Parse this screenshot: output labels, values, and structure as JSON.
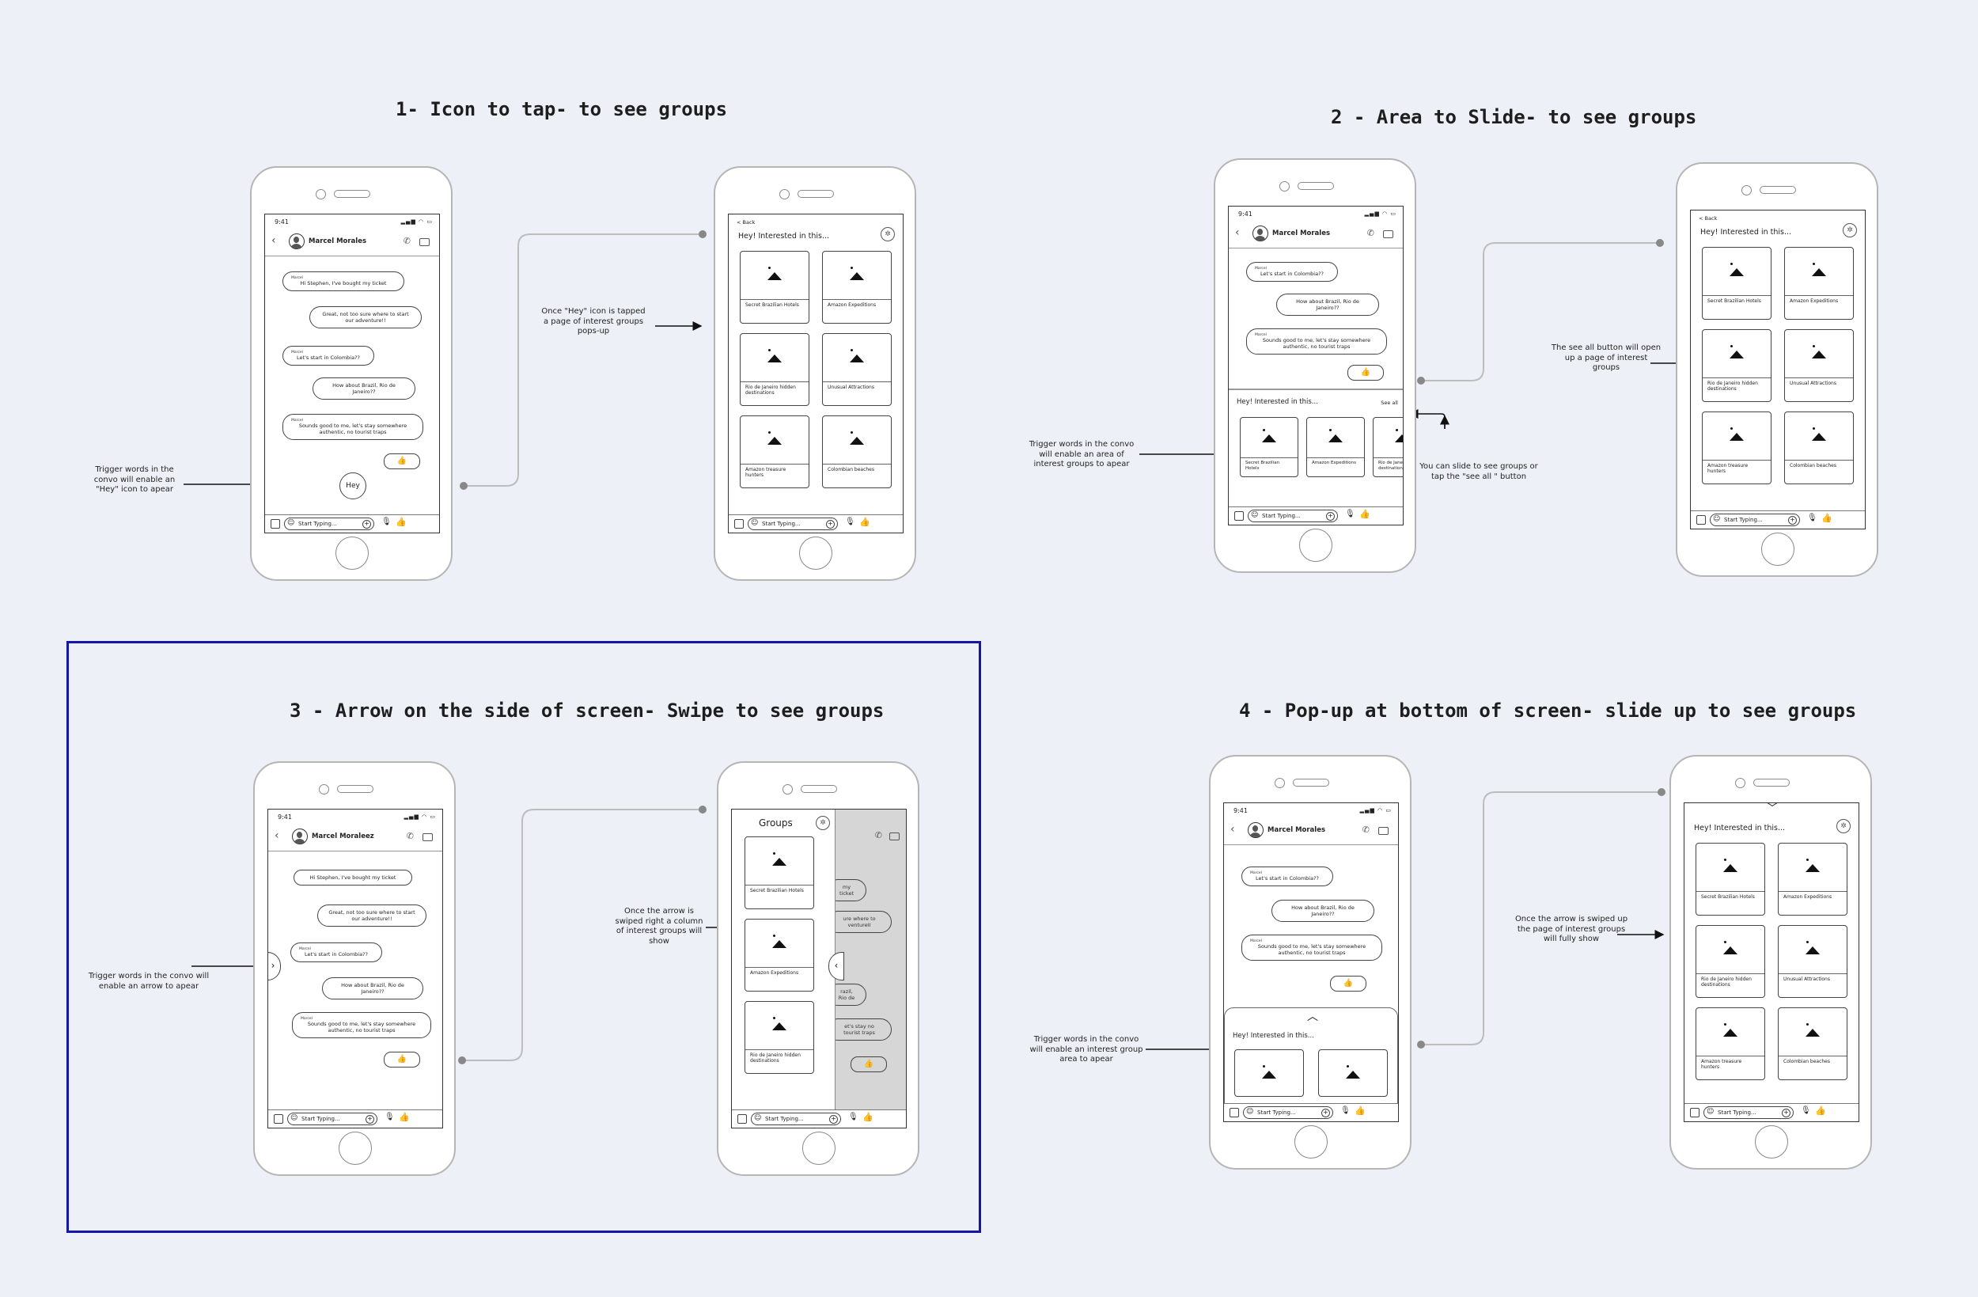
{
  "titles": {
    "s1": "1- Icon to tap- to see groups",
    "s2": "2 - Area to Slide- to see groups",
    "s3": "3 - Arrow on the side of screen- Swipe to see groups",
    "s4": "4 - Pop-up at bottom of screen- slide up to see groups"
  },
  "chat": {
    "time": "9:41",
    "contact_1": "Marcel Morales",
    "contact_3": "Marcel Moraleez",
    "sender": "Marcel",
    "msg1": "Hi Stephen, I've bought my ticket",
    "msg2": "Great, not too sure where to start our adventure!!",
    "msg3": "Let's start in Colombia??",
    "msg4": "How about Brazil, Rio de Janeiro??",
    "msg5": "Sounds good to me, let's stay somewhere authentic, no tourist traps",
    "input_placeholder": "Start Typing...",
    "hey": "Hey",
    "thumb": "👍"
  },
  "groups_page": {
    "back": "< Back",
    "heading": "Hey! Interested in this...",
    "cards": [
      "Secret Brazilian Hotels",
      "Amazon Expeditions",
      "Rio de Janeiro hidden destinations",
      "Unusual Attractions",
      "Amazon treasure hunters",
      "Colombian beaches"
    ],
    "side_title": "Groups",
    "see_all": "See all"
  },
  "notes": {
    "n1a": "Trigger words in the convo will enable an \"Hey\" icon to apear",
    "n1b": "Once \"Hey\" icon is tapped a page of interest groups pops-up",
    "n2a": "Trigger words in the convo will enable an area of interest groups to apear",
    "n2b": "You can slide to see groups or tap the \"see all \" button",
    "n2c": "The see all button will open up a page of interest groups",
    "n3a": "Trigger words in the convo will enable an arrow to apear",
    "n3b": "Once the arrow is swiped right a column of interest groups will show",
    "n4a": "Trigger words in the convo will enable an interest group area to apear",
    "n4b": "Once the arrow is swiped up the page of interest groups will fully show"
  },
  "icons": [
    "back-chevron-icon",
    "phone-icon",
    "video-icon",
    "gear-icon",
    "emoji-icon",
    "plus-icon",
    "mic-icon",
    "like-icon",
    "image-placeholder-icon",
    "chevron-right-icon",
    "chevron-left-icon",
    "chevron-up-icon",
    "chevron-down-icon"
  ]
}
